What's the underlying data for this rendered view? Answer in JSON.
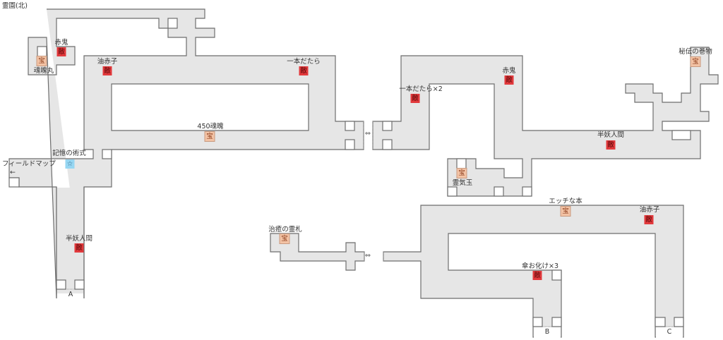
{
  "map": {
    "title": "霊園(北)",
    "colors": {
      "floor": "#e6e6e6",
      "wall": "#6e6e6e",
      "enemy": "#e2393c",
      "treasure": "#f3c3a5",
      "save": "#96d6f2"
    },
    "badges": {
      "enemy": "敵",
      "treasure": "宝",
      "save": "☆"
    },
    "warp_symbol": "⇔",
    "field_map": {
      "label": "フィールドマップ",
      "arrow": "←"
    },
    "exits": {
      "a": "A",
      "b": "B",
      "c": "C"
    },
    "enemies": [
      {
        "name": "赤鬼"
      },
      {
        "name": "油赤子"
      },
      {
        "name": "一本だたら"
      },
      {
        "name": "半妖人間"
      },
      {
        "name": "一本だたら×2"
      },
      {
        "name": "赤鬼"
      },
      {
        "name": "半妖人間"
      },
      {
        "name": "油赤子"
      },
      {
        "name": "傘お化け×3"
      }
    ],
    "treasures": [
      {
        "name": "魂魄丸"
      },
      {
        "name": "450魂魄"
      },
      {
        "name": "秘伝の巻物"
      },
      {
        "name": "霊気玉"
      },
      {
        "name": "エッチな本"
      },
      {
        "name": "治癒の霊札"
      }
    ],
    "save_point": {
      "name": "記憶の術式"
    }
  }
}
